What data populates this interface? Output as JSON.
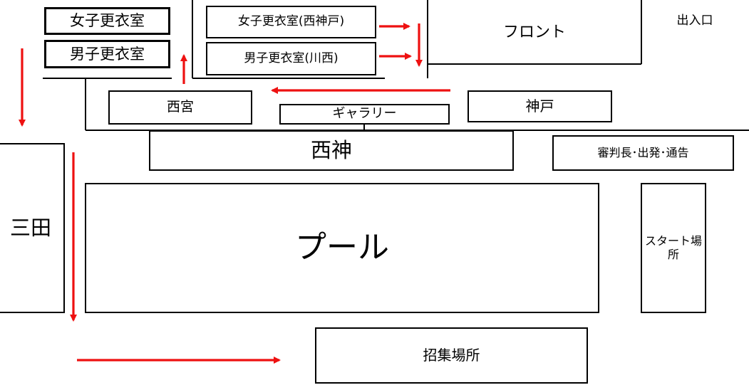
{
  "rooms": {
    "womens_changing": "女子更衣室",
    "mens_changing": "男子更衣室",
    "womens_changing_seishin": "女子更衣室(西神戸)",
    "mens_changing_kawanishi": "男子更衣室(川西)",
    "front": "フロント",
    "entrance": "出入口",
    "nishinomiya": "西宮",
    "gallery": "ギャラリー",
    "kobe": "神戸",
    "seishin": "西神",
    "officials": "審判長･出発･通告",
    "sanda": "三田",
    "pool": "プール",
    "start_area": "スタート場所",
    "assembly": "招集場所"
  },
  "colors": {
    "arrow": "#ee1111",
    "line": "#000000"
  }
}
